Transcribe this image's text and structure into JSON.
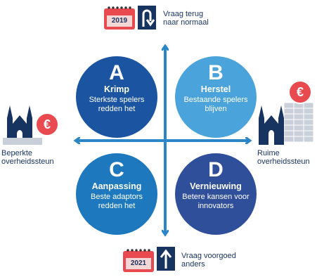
{
  "top_label": {
    "line1": "Vraag terug",
    "line2": "naar normaal",
    "year": "2019"
  },
  "bottom_label": {
    "line1": "Vraag voorgoed",
    "line2": "anders",
    "year": "2021"
  },
  "left_label": {
    "line1": "Beperkte",
    "line2": "overheidssteun"
  },
  "right_label": {
    "line1": "Ruime",
    "line2": "overheidssteun"
  },
  "quadrants": [
    {
      "letter": "A",
      "name": "Krimp",
      "desc": "Sterkste spelers redden het",
      "color": "#1b55a1"
    },
    {
      "letter": "B",
      "name": "Herstel",
      "desc": "Bestaande spelers blijven",
      "color": "#4aa3da"
    },
    {
      "letter": "C",
      "name": "Aanpassing",
      "desc": "Beste adaptors redden het",
      "color": "#1d78be"
    },
    {
      "letter": "D",
      "name": "Vernieuwing",
      "desc": "Betere kansen voor innovators",
      "color": "#2f4f9b"
    }
  ],
  "icons": {
    "top": [
      "calendar-icon",
      "u-turn-arrow-icon"
    ],
    "bottom": [
      "calendar-icon",
      "up-arrow-icon"
    ],
    "left": [
      "cathedral-icon",
      "euro-coin-icon"
    ],
    "right": [
      "cathedral-icon",
      "coin-stack-icon",
      "euro-coin-icon"
    ]
  },
  "colors": {
    "axis": "#2a86c6",
    "navy": "#17335f",
    "accent_red": "#e84a4f"
  }
}
